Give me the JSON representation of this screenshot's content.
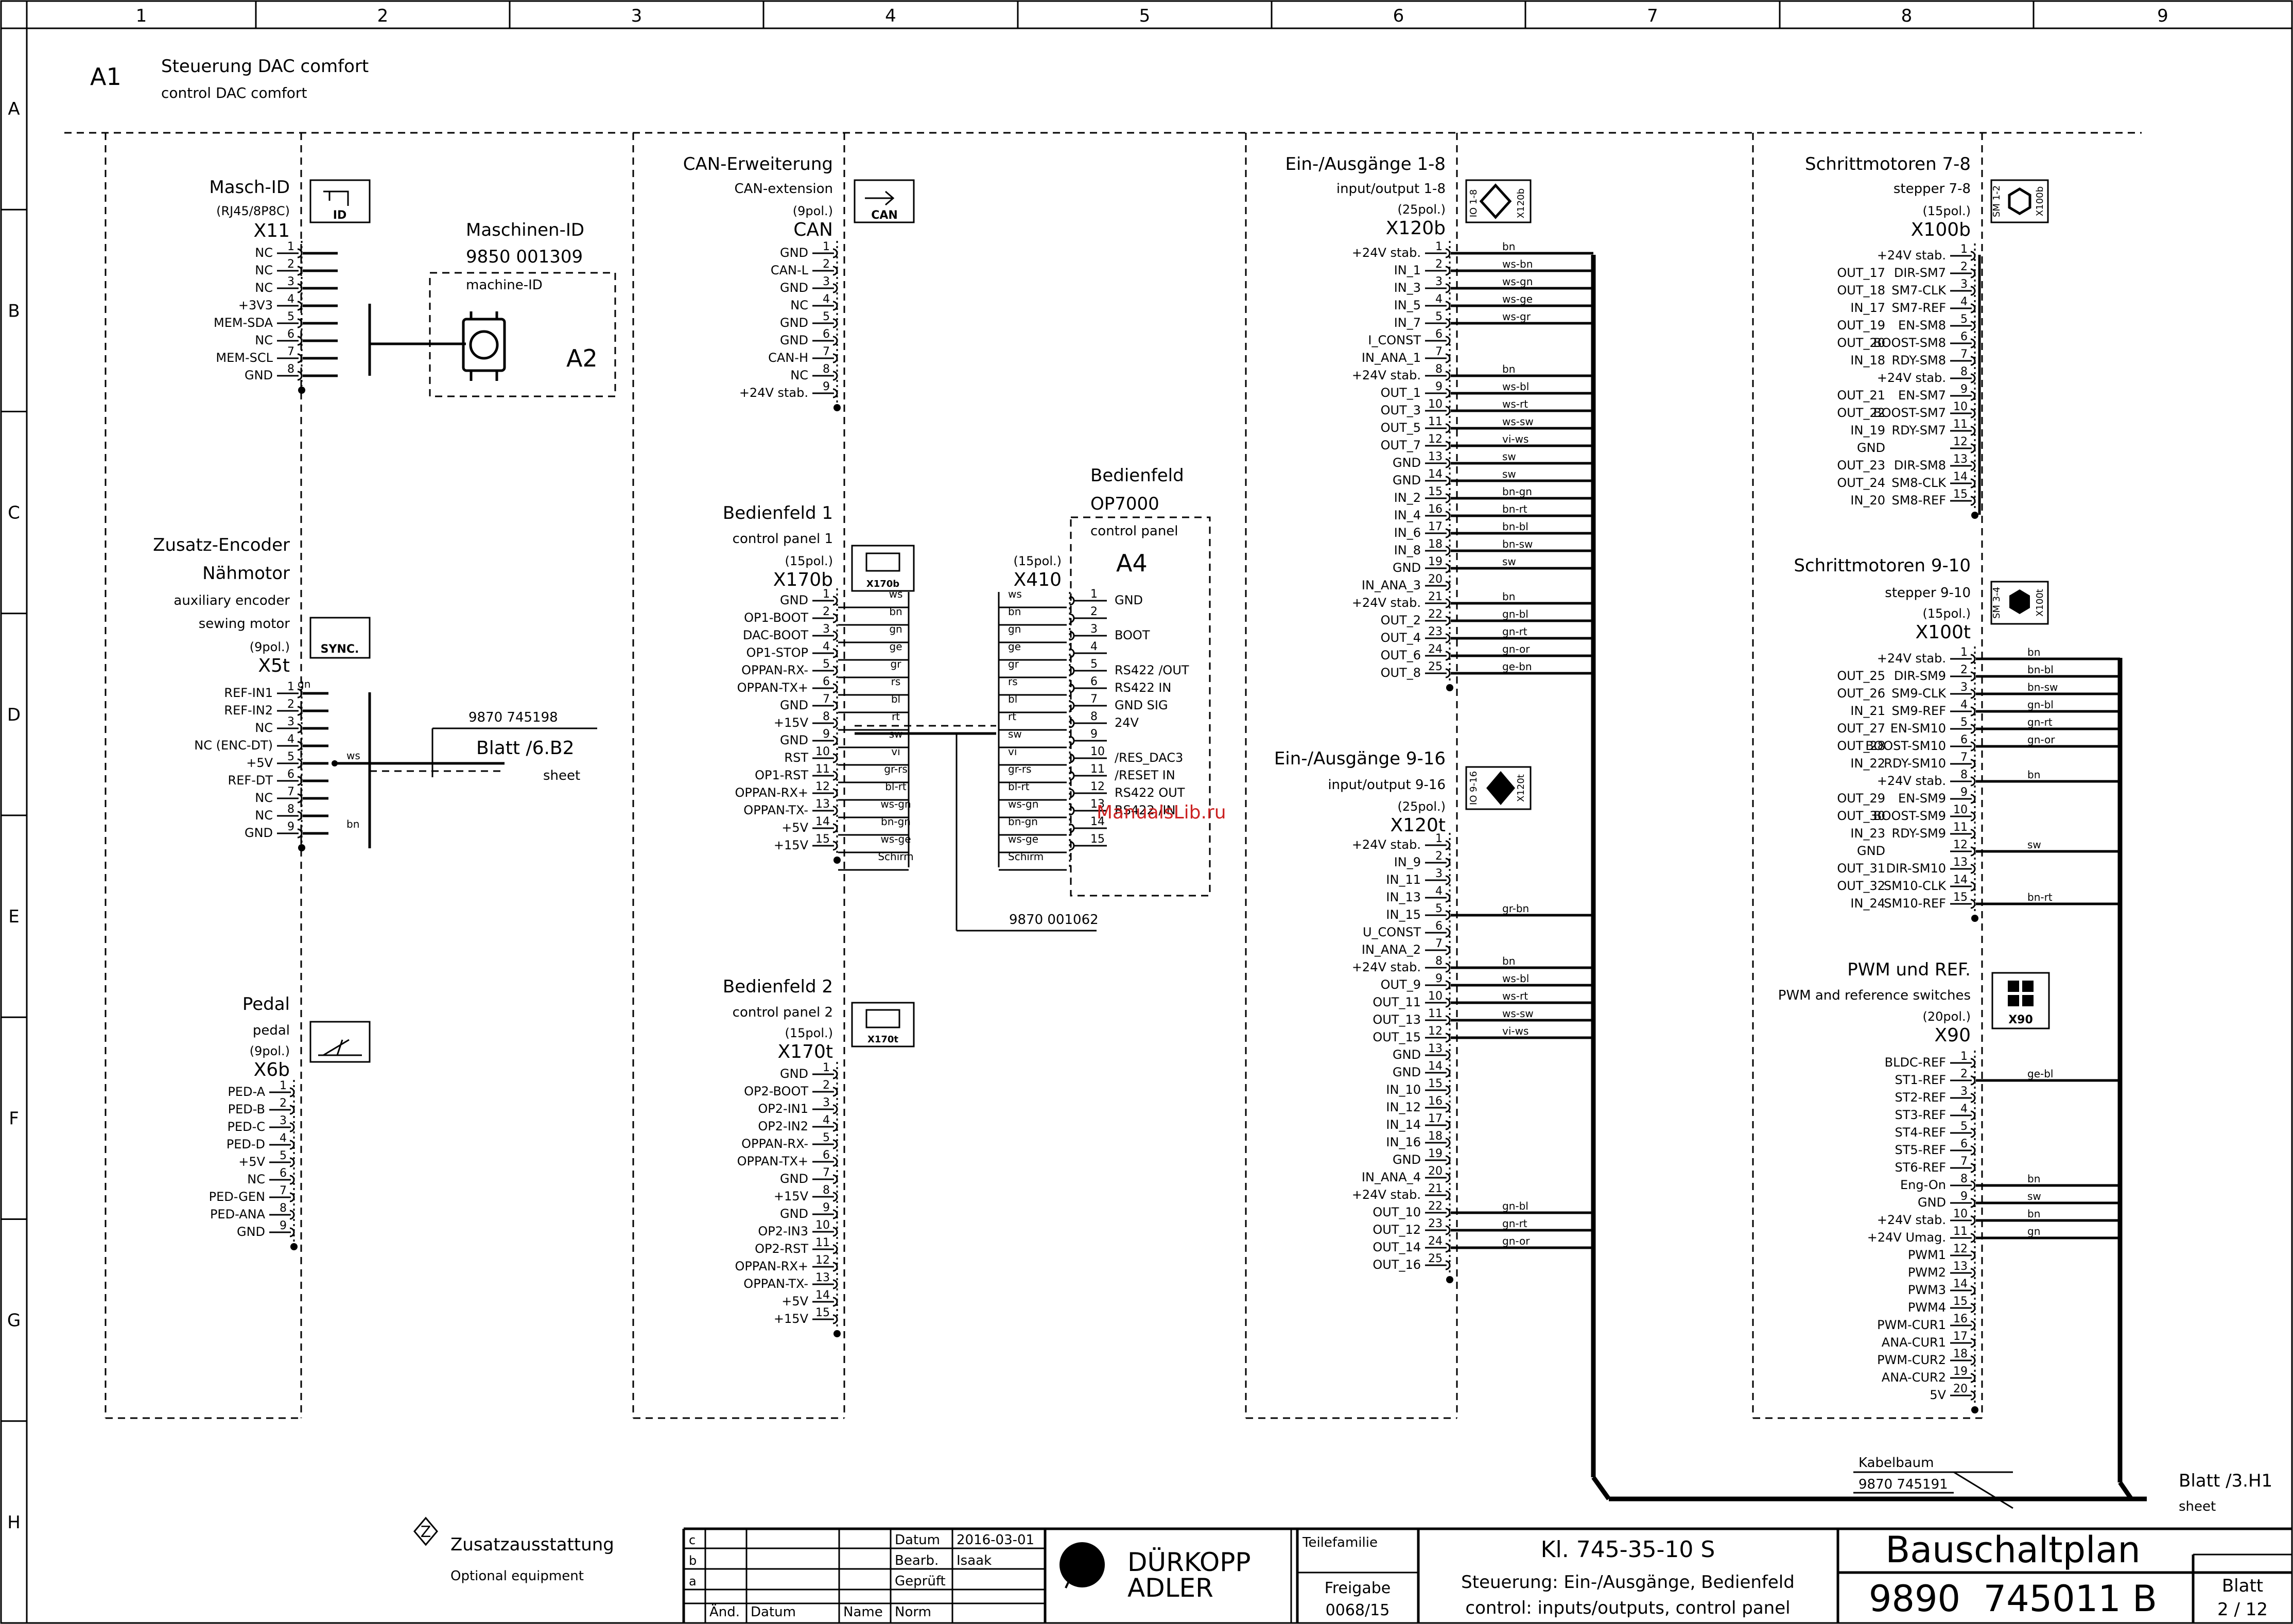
{
  "grid": {
    "columns": [
      "1",
      "2",
      "3",
      "4",
      "5",
      "6",
      "7",
      "8",
      "9"
    ],
    "rows": [
      "A",
      "B",
      "C",
      "D",
      "E",
      "F",
      "G",
      "H"
    ]
  },
  "header": {
    "tag": "A1",
    "title": "Steuerung DAC comfort",
    "subtitle": "control DAC comfort"
  },
  "watermark": "ManualsLib.ru",
  "x11": {
    "title": "Masch-ID",
    "sub": "(RJ45/8P8C)",
    "name": "X11",
    "icon": "ID",
    "pins": [
      "NC",
      "NC",
      "NC",
      "+3V3",
      "MEM-SDA",
      "NC",
      "MEM-SCL",
      "GND"
    ]
  },
  "a2": {
    "title": "Maschinen-ID",
    "number": "9850 001309",
    "sub": "machine-ID",
    "tag": "A2"
  },
  "x5t": {
    "title1": "Zusatz-Encoder",
    "title2": "Nähmotor",
    "sub1": "auxiliary encoder",
    "sub2": "sewing motor",
    "pol": "(9pol.)",
    "name": "X5t",
    "icon": "SYNC.",
    "pins": [
      "REF-IN1",
      "REF-IN2",
      "NC",
      "NC (ENC-DT)",
      "+5V",
      "REF-DT",
      "NC",
      "NC",
      "GND"
    ],
    "wire_gn": "gn",
    "wire_ws": "ws",
    "wire_bn": "bn",
    "ref_number": "9870 745198",
    "ref_blatt": "Blatt /6.B2",
    "ref_sheet": "sheet"
  },
  "x6b": {
    "title": "Pedal",
    "sub": "pedal",
    "pol": "(9pol.)",
    "name": "X6b",
    "pins": [
      "PED-A",
      "PED-B",
      "PED-C",
      "PED-D",
      "+5V",
      "NC",
      "PED-GEN",
      "PED-ANA",
      "GND"
    ]
  },
  "can": {
    "title": "CAN-Erweiterung",
    "sub": "CAN-extension",
    "pol": "(9pol.)",
    "name": "CAN",
    "icon": "CAN",
    "pins": [
      "GND",
      "CAN-L",
      "GND",
      "NC",
      "GND",
      "GND",
      "CAN-H",
      "NC",
      "+24V stab."
    ]
  },
  "x170b": {
    "title": "Bedienfeld 1",
    "sub": "control panel 1",
    "pol": "(15pol.)",
    "name": "X170b",
    "icon": "X170b",
    "pins": [
      "GND",
      "OP1-BOOT",
      "DAC-BOOT",
      "OP1-STOP",
      "OPPAN-RX-",
      "OPPAN-TX+",
      "GND",
      "+15V",
      "GND",
      "RST",
      "OP1-RST",
      "OPPAN-RX+",
      "OPPAN-TX-",
      "+5V",
      "+15V"
    ],
    "wires": [
      "ws",
      "bn",
      "gn",
      "ge",
      "gr",
      "rs",
      "bl",
      "rt",
      "sw",
      "vi",
      "gr-rs",
      "bl-rt",
      "ws-gn",
      "bn-gn",
      "ws-ge",
      "Schirm"
    ]
  },
  "x410": {
    "pol": "(15pol.)",
    "name": "X410",
    "wires": [
      "ws",
      "bn",
      "gn",
      "ge",
      "gr",
      "rs",
      "bl",
      "rt",
      "sw",
      "vi",
      "gr-rs",
      "bl-rt",
      "ws-gn",
      "bn-gn",
      "ws-ge",
      "Schirm"
    ],
    "cable_number": "9870 001062"
  },
  "a4": {
    "title": "Bedienfeld",
    "model": "OP7000",
    "sub": "control panel",
    "tag": "A4",
    "labels": [
      "GND",
      "",
      "BOOT",
      "",
      "RS422 /OUT",
      "RS422 IN",
      "GND SIG",
      "24V",
      "",
      "/RES_DAC3",
      "/RESET IN",
      "RS422 OUT",
      "RS422 /IN",
      "",
      ""
    ]
  },
  "x170t": {
    "title": "Bedienfeld 2",
    "sub": "control panel 2",
    "pol": "(15pol.)",
    "name": "X170t",
    "icon": "X170t",
    "pins": [
      "GND",
      "OP2-BOOT",
      "OP2-IN1",
      "OP2-IN2",
      "OPPAN-RX-",
      "OPPAN-TX+",
      "GND",
      "+15V",
      "GND",
      "OP2-IN3",
      "OP2-RST",
      "OPPAN-RX+",
      "OPPAN-TX-",
      "+5V",
      "+15V"
    ]
  },
  "x120b": {
    "title": "Ein-/Ausgänge 1-8",
    "sub": "input/output 1-8",
    "pol": "(25pol.)",
    "name": "X120b",
    "icon_a": "IO 1-8",
    "icon_b": "X120b",
    "pins": [
      "+24V stab.",
      "IN_1",
      "IN_3",
      "IN_5",
      "IN_7",
      "I_CONST",
      "IN_ANA_1",
      "+24V stab.",
      "OUT_1",
      "OUT_3",
      "OUT_5",
      "OUT_7",
      "GND",
      "GND",
      "IN_2",
      "IN_4",
      "IN_6",
      "IN_8",
      "GND",
      "IN_ANA_3",
      "+24V stab.",
      "OUT_2",
      "OUT_4",
      "OUT_6",
      "OUT_8"
    ],
    "wires": [
      "bn",
      "ws-bn",
      "ws-gn",
      "ws-ge",
      "ws-gr",
      "",
      "",
      "bn",
      "ws-bl",
      "ws-rt",
      "ws-sw",
      "vi-ws",
      "sw",
      "sw",
      "bn-gn",
      "bn-rt",
      "bn-bl",
      "bn-sw",
      "sw",
      "",
      "bn",
      "gn-bl",
      "gn-rt",
      "gn-or",
      "ge-bn"
    ]
  },
  "x120t": {
    "title": "Ein-/Ausgänge 9-16",
    "sub": "input/output 9-16",
    "pol": "(25pol.)",
    "name": "X120t",
    "icon_a": "IO 9-16",
    "icon_b": "X120t",
    "pins": [
      "+24V stab.",
      "IN_9",
      "IN_11",
      "IN_13",
      "IN_15",
      "U_CONST",
      "IN_ANA_2",
      "+24V stab.",
      "OUT_9",
      "OUT_11",
      "OUT_13",
      "OUT_15",
      "GND",
      "GND",
      "IN_10",
      "IN_12",
      "IN_14",
      "IN_16",
      "GND",
      "IN_ANA_4",
      "+24V stab.",
      "OUT_10",
      "OUT_12",
      "OUT_14",
      "OUT_16"
    ],
    "wires": [
      "",
      "",
      "",
      "",
      "gr-bn",
      "",
      "",
      "bn",
      "ws-bl",
      "ws-rt",
      "ws-sw",
      "vi-ws",
      "",
      "",
      "",
      "",
      "",
      "",
      "",
      "",
      "",
      "gn-bl",
      "gn-rt",
      "gn-or",
      ""
    ]
  },
  "x100b": {
    "title": "Schrittmotoren 7-8",
    "sub": "stepper 7-8",
    "pol": "(15pol.)",
    "name": "X100b",
    "icon_a": "SM 1-2",
    "icon_b": "X100b",
    "sig": [
      "+24V stab.",
      "DIR-SM7",
      "SM7-CLK",
      "SM7-REF",
      "EN-SM8",
      "BOOST-SM8",
      "RDY-SM8",
      "+24V stab.",
      "EN-SM7",
      "BOOST-SM7",
      "RDY-SM7",
      "",
      "DIR-SM8",
      "SM8-CLK",
      "SM8-REF"
    ],
    "io": [
      "",
      "OUT_17",
      "OUT_18",
      "IN_17",
      "OUT_19",
      "OUT_20",
      "IN_18",
      "",
      "OUT_21",
      "OUT_22",
      "IN_19",
      "GND",
      "OUT_23",
      "OUT_24",
      "IN_20"
    ]
  },
  "x100t": {
    "title": "Schrittmotoren 9-10",
    "sub": "stepper 9-10",
    "pol": "(15pol.)",
    "name": "X100t",
    "icon_a": "SM 3-4",
    "icon_b": "X100t",
    "sig": [
      "+24V stab.",
      "DIR-SM9",
      "SM9-CLK",
      "SM9-REF",
      "EN-SM10",
      "BOOST-SM10",
      "RDY-SM10",
      "+24V stab.",
      "EN-SM9",
      "BOOST-SM9",
      "RDY-SM9",
      "",
      "DIR-SM10",
      "SM10-CLK",
      "SM10-REF"
    ],
    "io": [
      "",
      "OUT_25",
      "OUT_26",
      "IN_21",
      "OUT_27",
      "OUT_28",
      "IN_22",
      "",
      "OUT_29",
      "OUT_30",
      "IN_23",
      "GND",
      "OUT_31",
      "OUT_32",
      "IN_24"
    ],
    "wires": [
      "bn",
      "bn-bl",
      "bn-sw",
      "gn-bl",
      "gn-rt",
      "gn-or",
      "",
      "bn",
      "",
      "",
      "",
      "sw",
      "",
      "",
      "bn-rt"
    ]
  },
  "x90": {
    "title": "PWM und REF.",
    "sub": "PWM and reference switches",
    "pol": "(20pol.)",
    "name": "X90",
    "icon": "X90",
    "pins": [
      "BLDC-REF",
      "ST1-REF",
      "ST2-REF",
      "ST3-REF",
      "ST4-REF",
      "ST5-REF",
      "ST6-REF",
      "Eng-On",
      "GND",
      "+24V stab.",
      "+24V Umag.",
      "PWM1",
      "PWM2",
      "PWM3",
      "PWM4",
      "PWM-CUR1",
      "ANA-CUR1",
      "PWM-CUR2",
      "ANA-CUR2",
      "5V"
    ],
    "wires": [
      "",
      "ge-bl",
      "",
      "",
      "",
      "",
      "",
      "bn",
      "sw",
      "bn",
      "gn",
      "",
      "",
      "",
      "",
      "",
      "",
      "",
      "",
      ""
    ]
  },
  "cable": {
    "title": "Kabelbaum",
    "number": "9870 745191",
    "blatt": "Blatt /3.H1",
    "sheet": "sheet"
  },
  "optional": {
    "mark": "Z",
    "title": "Zusatzausstattung",
    "sub": "Optional equipment"
  },
  "titleblock": {
    "rev_rows": [
      "c",
      "b",
      "a"
    ],
    "col_aend": "Änd.",
    "col_datum": "Datum",
    "col_name": "Name",
    "col_norm": "Norm",
    "datum_label": "Datum",
    "datum_value": "2016-03-01",
    "bearb_label": "Bearb.",
    "bearb_value": "Isaak",
    "gepr_label": "Geprüft",
    "company1": "DÜRKOPP",
    "company2": "ADLER",
    "teilefamilie": "Teilefamilie",
    "freigabe_label": "Freigabe",
    "freigabe_value": "0068/15",
    "class": "Kl. 745-35-10 S",
    "desc_de": "Steuerung: Ein-/Ausgänge, Bedienfeld",
    "desc_en": "control: inputs/outputs, control panel",
    "doc_type": "Bauschaltplan",
    "doc_number": "9890  745011 B",
    "blatt_label": "Blatt",
    "blatt_value": "2 / 12"
  },
  "colors": {
    "ink": "#000000",
    "watermark": "#cc2222",
    "paper": "#ffffff"
  }
}
